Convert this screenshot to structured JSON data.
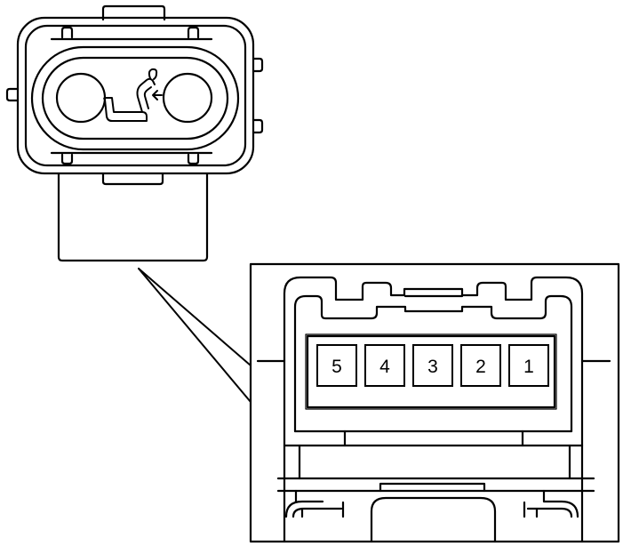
{
  "diagram": {
    "line_color": "#000000",
    "background_color": "#ffffff",
    "connector_icon": "seat-heater-icon",
    "terminal_pins": [
      {
        "label": "5"
      },
      {
        "label": "4"
      },
      {
        "label": "3"
      },
      {
        "label": "2"
      },
      {
        "label": "1"
      }
    ]
  }
}
